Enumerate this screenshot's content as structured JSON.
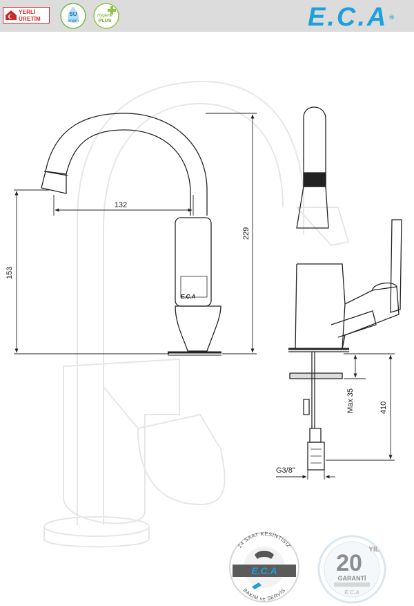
{
  "header": {
    "badge_made_local": [
      "YERLİ",
      "ÜRETİM"
    ],
    "badge_water_saving": [
      "SU",
      "enerji"
    ],
    "badge_hygiene": [
      "Hygiene",
      "PLUS"
    ],
    "brand": "E.C.A",
    "brand_reg": "®"
  },
  "drawing": {
    "dimensions": {
      "reach": "132",
      "outlet_height": "153",
      "total_height": "229",
      "max_thickness": "Max 35",
      "hose_length": "410",
      "connection": "G3/8\""
    },
    "handle_logo": "E.C.A"
  },
  "seals": {
    "service_top": "24 SAAT KESİNTİSİZ",
    "service_brand": "E.C.A",
    "service_bottom": "BAKIM ve SERVİS",
    "warranty_years": "20",
    "warranty_unit": "YIL",
    "warranty_label": "GARANTİ",
    "warranty_brand": "E.C.A"
  },
  "colors": {
    "brand_blue": "#1ea0dc",
    "header_bg": "#dcdcdc",
    "badge_red": "#cc2a2a",
    "line": "#222222"
  }
}
